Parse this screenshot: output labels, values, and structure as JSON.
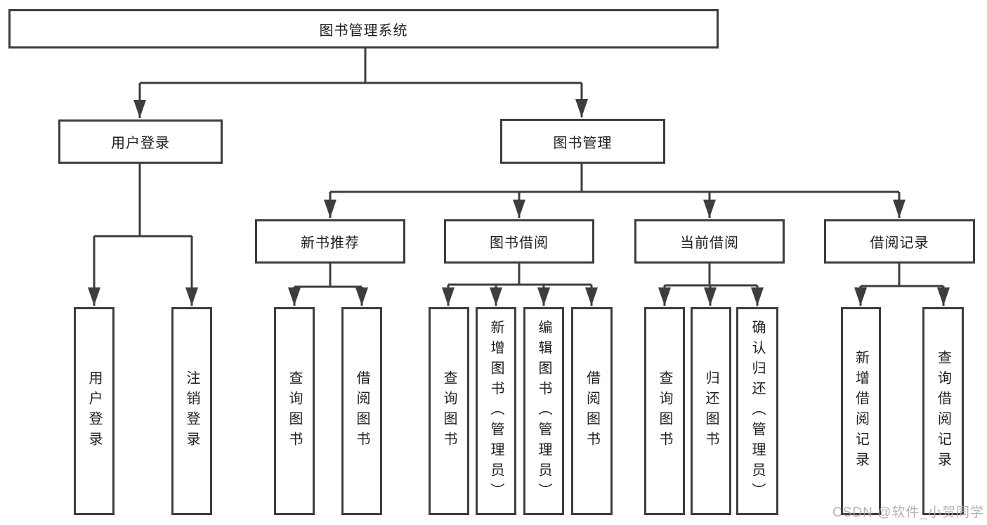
{
  "diagram": {
    "root": {
      "label": "图书管理系统"
    },
    "level2": [
      {
        "label": "用户登录"
      },
      {
        "label": "图书管理"
      }
    ],
    "level3": [
      {
        "label": "新书推荐"
      },
      {
        "label": "图书借阅"
      },
      {
        "label": "当前借阅"
      },
      {
        "label": "借阅记录"
      }
    ],
    "leaves": [
      {
        "label": "用户登录",
        "parent": "用户登录"
      },
      {
        "label": "注销登录",
        "parent": "用户登录"
      },
      {
        "label": "查询图书",
        "parent": "新书推荐"
      },
      {
        "label": "借阅图书",
        "parent": "新书推荐"
      },
      {
        "label": "查询图书",
        "parent": "图书借阅"
      },
      {
        "label": "新增图书（管理员）",
        "parent": "图书借阅"
      },
      {
        "label": "编辑图书（管理员）",
        "parent": "图书借阅"
      },
      {
        "label": "借阅图书",
        "parent": "图书借阅"
      },
      {
        "label": "查询图书",
        "parent": "当前借阅"
      },
      {
        "label": "归还图书",
        "parent": "当前借阅"
      },
      {
        "label": "确认归还（管理员）",
        "parent": "当前借阅"
      },
      {
        "label": "新增借阅记录",
        "parent": "借阅记录"
      },
      {
        "label": "查询借阅记录",
        "parent": "借阅记录"
      }
    ]
  },
  "watermark": {
    "text": "CSDN @软件_小贺同学"
  },
  "colors": {
    "line": "#3d3d3d",
    "text": "#1f1f1f",
    "background": "#ffffff",
    "watermark": "#ababab"
  }
}
